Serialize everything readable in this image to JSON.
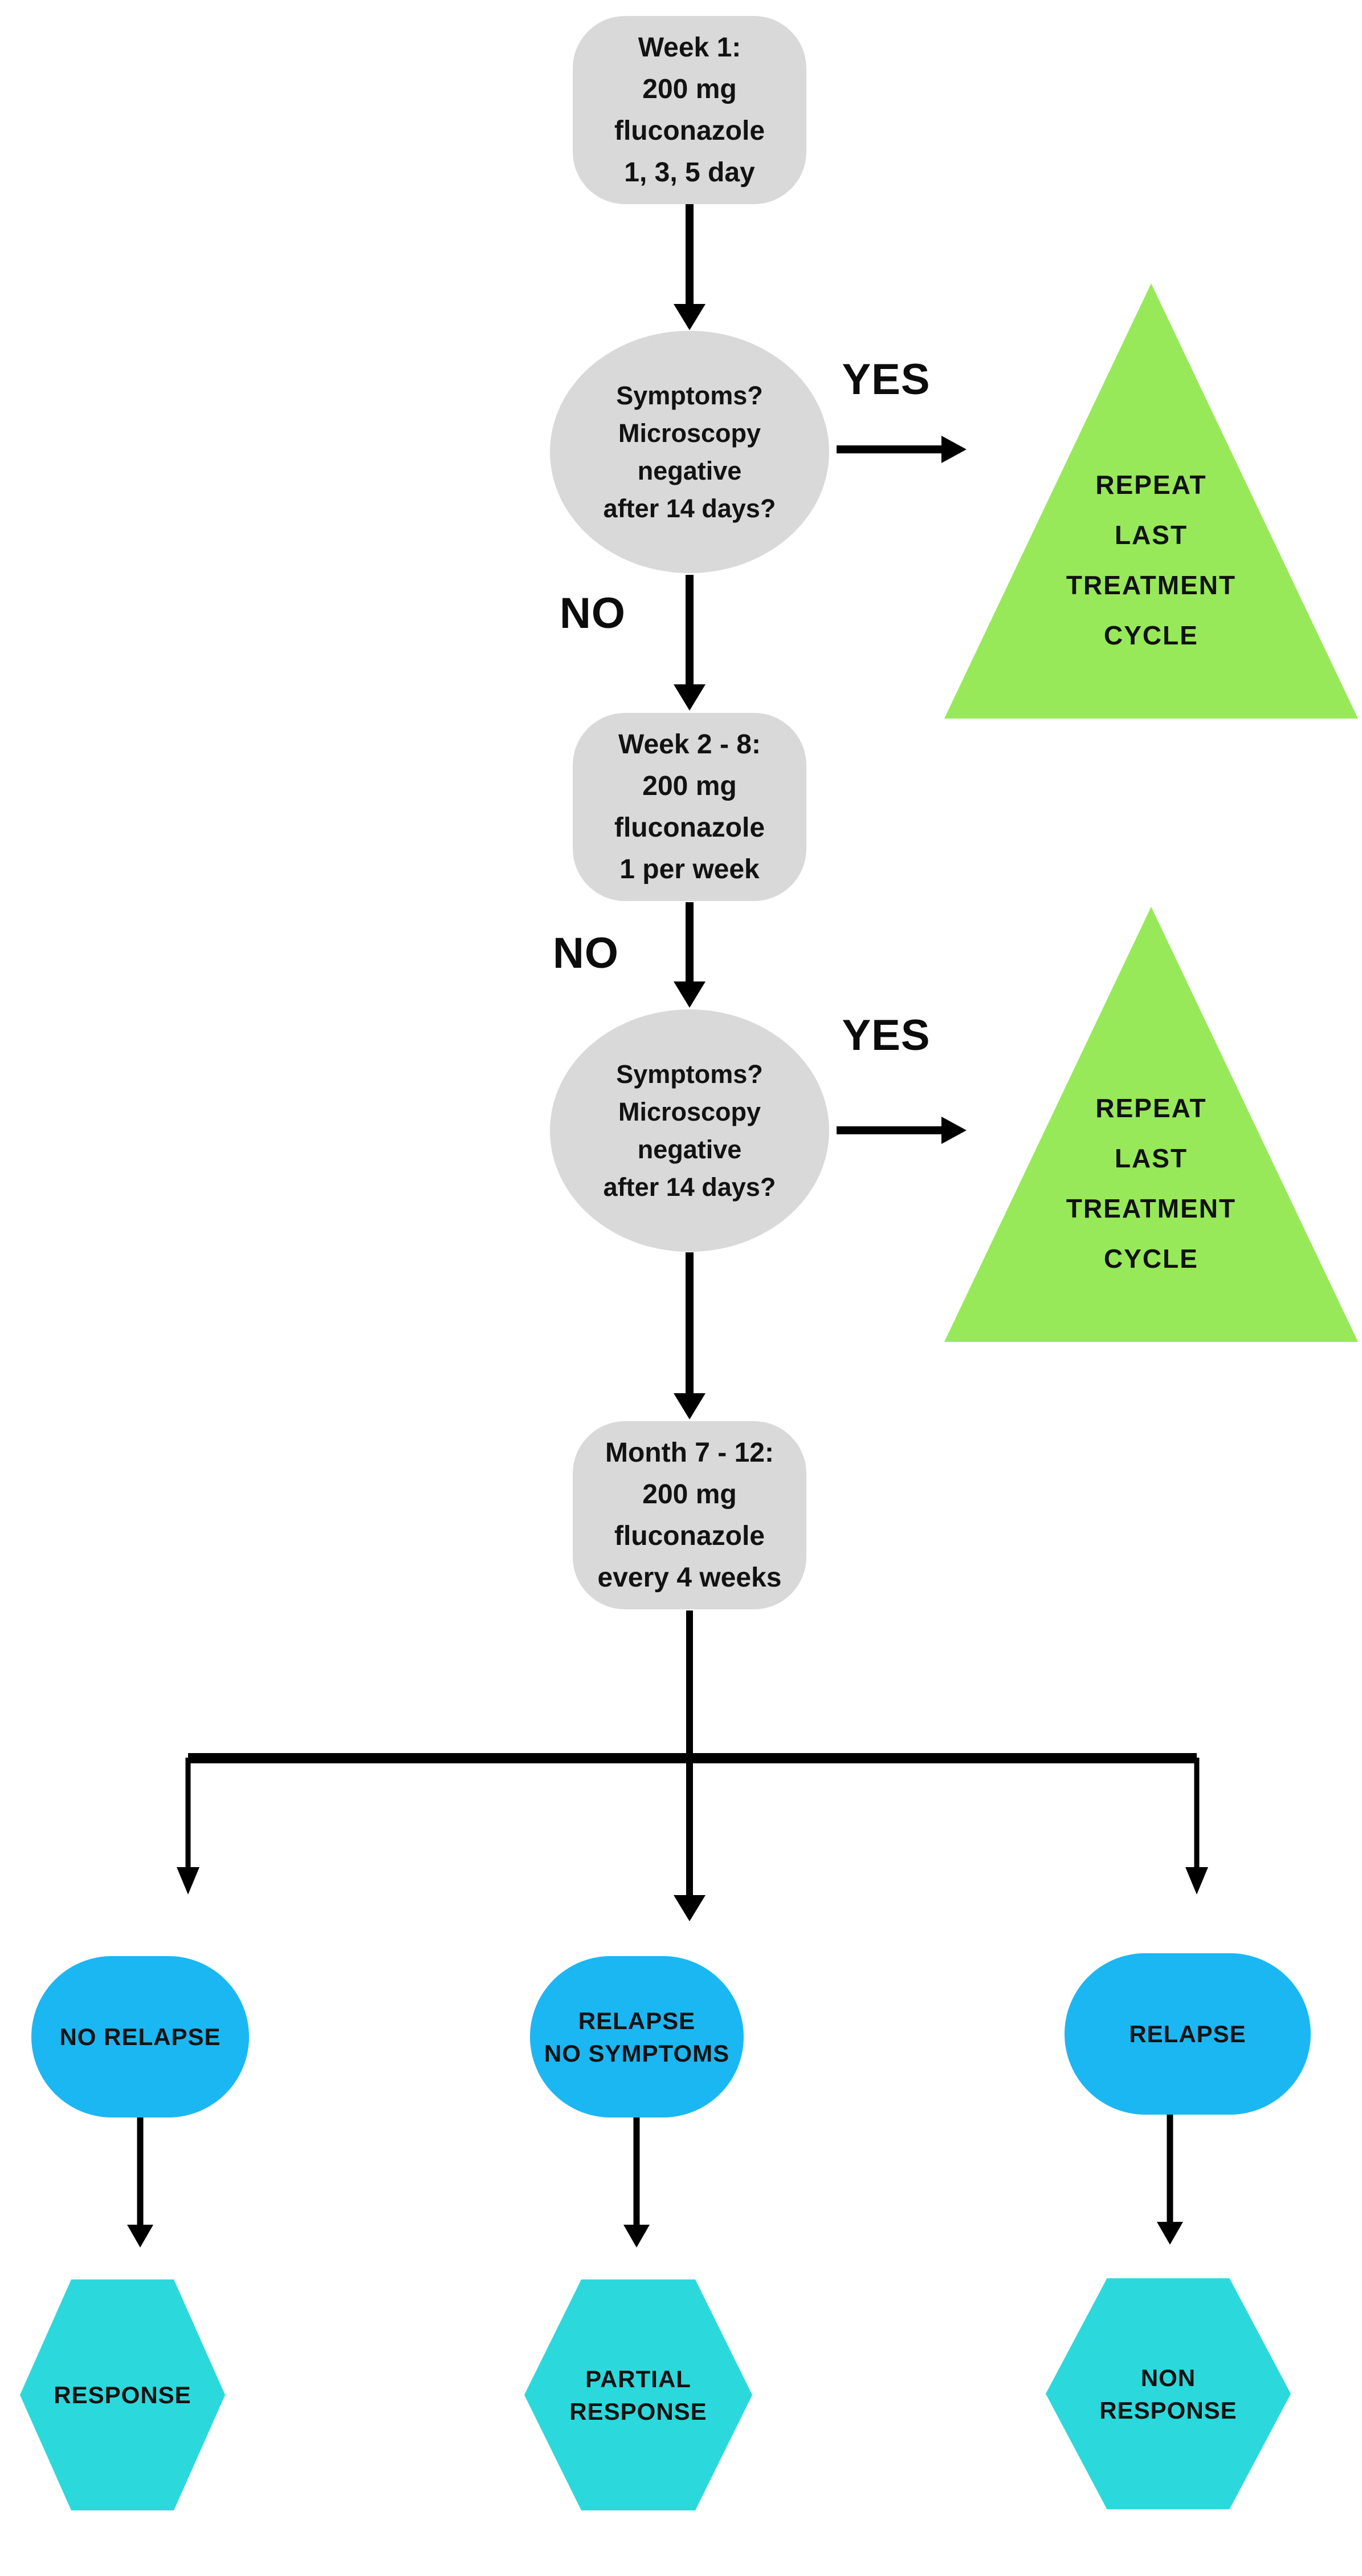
{
  "colors": {
    "node_grey": "#D9D9D9",
    "triangle_green": "#97E95A",
    "pill_blue": "#1BB7F3",
    "hex_cyan": "#2BD9DC",
    "line_black": "#000000"
  },
  "nodes": {
    "week1": {
      "lines": [
        "Week 1:",
        "200 mg",
        "fluconazole",
        "1, 3, 5 day"
      ]
    },
    "decision1": {
      "lines": [
        "Symptoms?",
        "Microscopy",
        "negative",
        "after 14 days?"
      ]
    },
    "repeat1": {
      "lines": [
        "REPEAT",
        "LAST",
        "TREATMENT",
        "CYCLE"
      ]
    },
    "week2to8": {
      "lines": [
        "Week 2 - 8:",
        "200 mg",
        "fluconazole",
        "1 per week"
      ]
    },
    "decision2": {
      "lines": [
        "Symptoms?",
        "Microscopy",
        "negative",
        "after 14 days?"
      ]
    },
    "repeat2": {
      "lines": [
        "REPEAT",
        "LAST",
        "TREATMENT",
        "CYCLE"
      ]
    },
    "month7to12": {
      "lines": [
        "Month 7 - 12:",
        "200 mg",
        "fluconazole",
        "every 4 weeks"
      ]
    },
    "noRelapse": {
      "lines": [
        "NO RELAPSE"
      ]
    },
    "relapseNoSymptoms": {
      "lines": [
        "RELAPSE",
        "NO SYMPTOMS"
      ]
    },
    "relapse": {
      "lines": [
        "RELAPSE"
      ]
    },
    "response": {
      "lines": [
        "RESPONSE"
      ]
    },
    "partialResponse": {
      "lines": [
        "PARTIAL",
        "RESPONSE"
      ]
    },
    "nonResponse": {
      "lines": [
        "NON",
        "RESPONSE"
      ]
    }
  },
  "edge_labels": {
    "yes1": "YES",
    "no1": "NO",
    "no2": "NO",
    "yes2": "YES"
  }
}
